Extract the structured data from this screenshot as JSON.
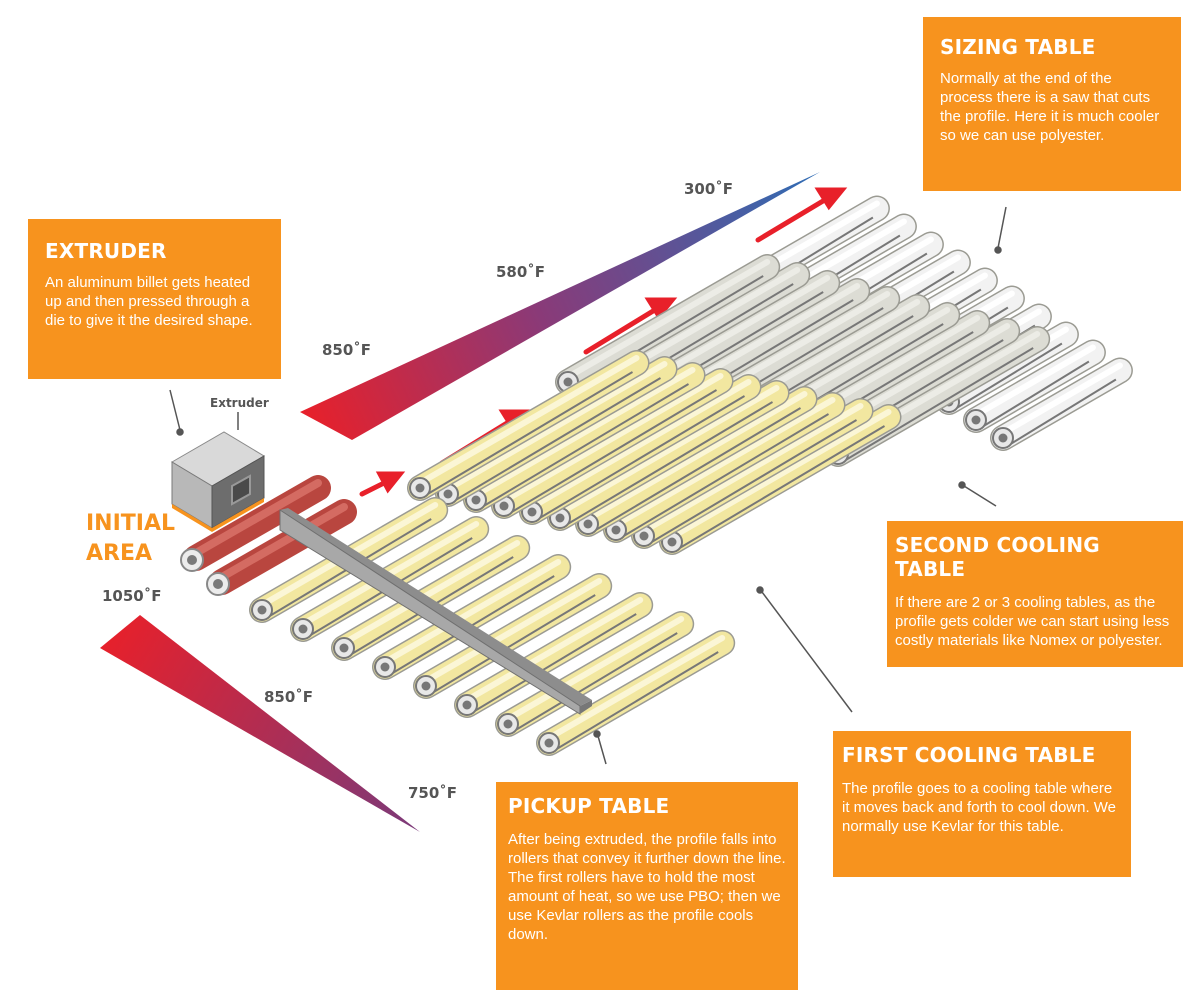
{
  "stages": {
    "sizing": {
      "title": "SIZING TABLE",
      "description": "Normally at the end of the process there is a saw that cuts the profile. Here it is much cooler so we can use polyester."
    },
    "extruder": {
      "title": "EXTRUDER",
      "description": "An aluminum billet gets heated up and then pressed through a die to give it the desired shape."
    },
    "second_cooling": {
      "title": "SECOND COOLING TABLE",
      "description": "If there are 2 or 3 cooling tables, as the profile gets colder we can start using less costly materials like Nomex or polyester."
    },
    "first_cooling": {
      "title": "FIRST COOLING TABLE",
      "description": "The profile goes to a cooling table where it moves back and forth to cool down. We normally use Kevlar for this table."
    },
    "pickup": {
      "title": "PICKUP TABLE",
      "description": "After being extruded, the profile falls into rollers that convey it further down the line. The first rollers have to hold the most amount of heat, so we use PBO; then we use Kevlar rollers as the profile cools down."
    }
  },
  "labels": {
    "initial_area_line1": "INITIAL",
    "initial_area_line2": "AREA",
    "extruder_small": "Extruder"
  },
  "temperatures": {
    "upper": [
      "850˚F",
      "580˚F",
      "300˚F"
    ],
    "lower": [
      "1050˚F",
      "850˚F",
      "750˚F"
    ]
  },
  "colors": {
    "callout": "#f7931e",
    "hot": "#e8202a",
    "cool": "#2e6db5",
    "pbo_roller": "#c95a55",
    "kevlar_roller": "#f2e7a0",
    "nomex_roller": "#dcdcd4",
    "polyester_roller": "#f2f2f2",
    "arrow": "#e8202a"
  }
}
